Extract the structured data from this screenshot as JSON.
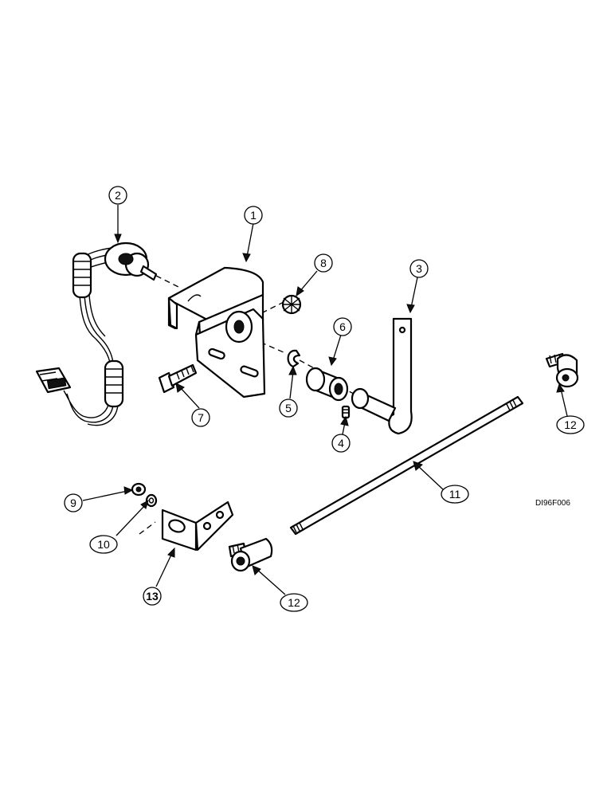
{
  "figure_code": "DI96F006",
  "callouts": {
    "c1": "1",
    "c2": "2",
    "c3": "3",
    "c4": "4",
    "c5": "5",
    "c6": "6",
    "c7": "7",
    "c8": "8",
    "c9": "9",
    "c10": "10",
    "c11": "11",
    "c12a": "12",
    "c12b": "12",
    "c13": "13"
  }
}
